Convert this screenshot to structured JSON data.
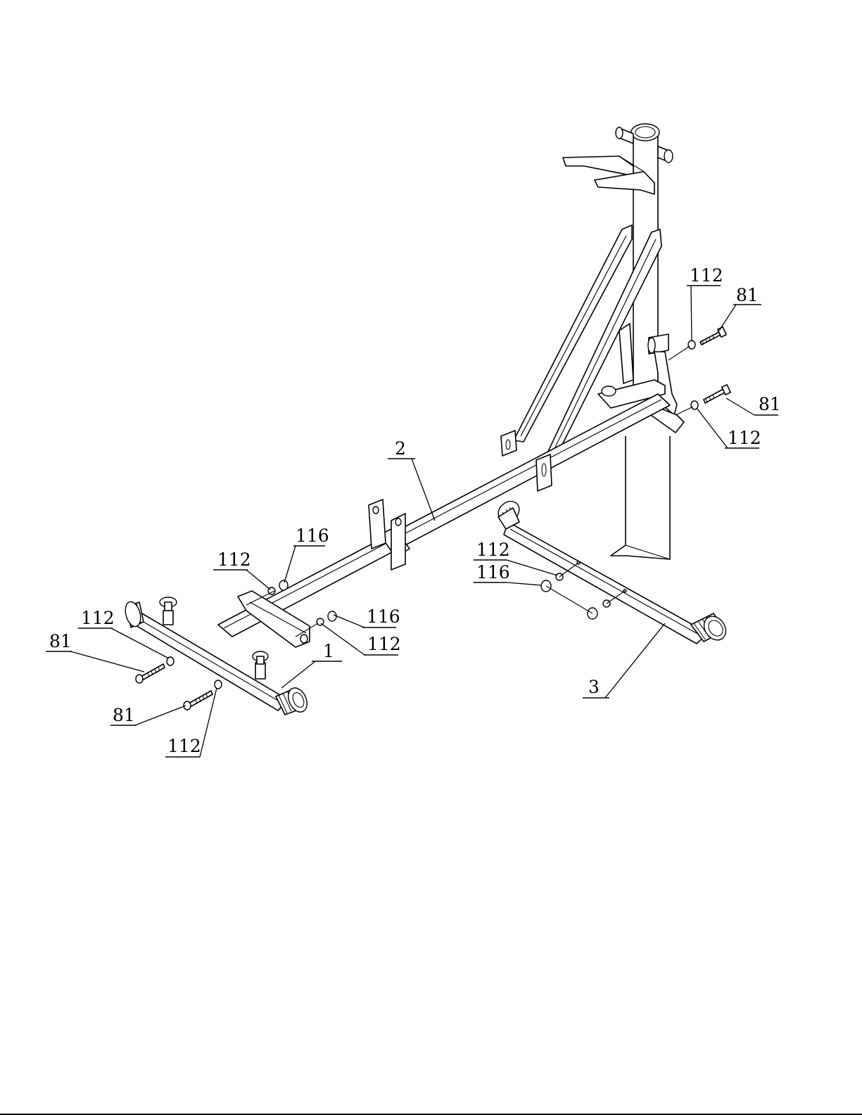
{
  "callouts": [
    {
      "id": "c-2",
      "text": "2"
    },
    {
      "id": "c-1",
      "text": "1"
    },
    {
      "id": "c-3",
      "text": "3"
    },
    {
      "id": "c-112-a",
      "text": "112"
    },
    {
      "id": "c-81-a",
      "text": "81"
    },
    {
      "id": "c-81-b",
      "text": "81"
    },
    {
      "id": "c-112-b",
      "text": "112"
    },
    {
      "id": "c-116-a",
      "text": "116"
    },
    {
      "id": "c-112-c",
      "text": "112"
    },
    {
      "id": "c-116-b",
      "text": "116"
    },
    {
      "id": "c-112-d",
      "text": "112"
    },
    {
      "id": "c-112-e",
      "text": "112"
    },
    {
      "id": "c-116-c",
      "text": "116"
    },
    {
      "id": "c-112-f",
      "text": "112"
    },
    {
      "id": "c-81-c",
      "text": "81"
    },
    {
      "id": "c-81-d",
      "text": "81"
    },
    {
      "id": "c-112-g",
      "text": "112"
    }
  ]
}
